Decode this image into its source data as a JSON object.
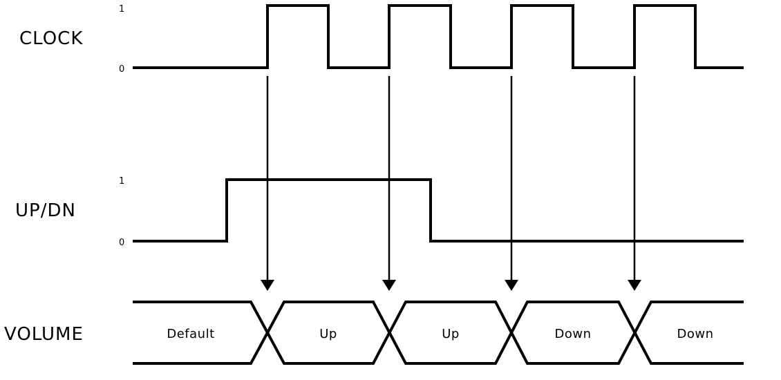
{
  "colors": {
    "line": "#000000",
    "background": "#ffffff"
  },
  "signals": {
    "clock": {
      "name": "CLOCK",
      "high_label": "1",
      "low_label": "0"
    },
    "updn": {
      "name": "UP/DN",
      "high_label": "1",
      "low_label": "0"
    },
    "volume": {
      "name": "VOLUME",
      "states": [
        {
          "label": "Default"
        },
        {
          "label": "Up"
        },
        {
          "label": "Up"
        },
        {
          "label": "Down"
        },
        {
          "label": "Down"
        }
      ]
    }
  }
}
